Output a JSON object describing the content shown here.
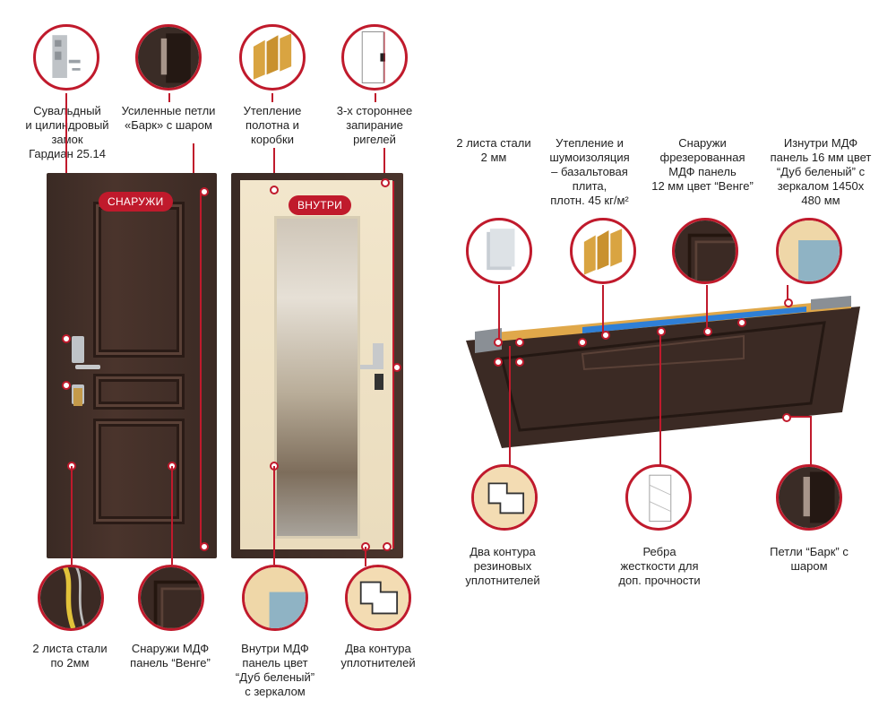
{
  "left": {
    "top_features": [
      {
        "icon": "lock-icon",
        "text": [
          "Сувальдный",
          "и цилиндровый",
          "замок",
          "Гардиан 25.14"
        ]
      },
      {
        "icon": "hinge-icon",
        "text": [
          "Усиленные петли",
          "«Барк» с шаром"
        ]
      },
      {
        "icon": "insulation-icon",
        "text": [
          "Утепление",
          "полотна и",
          "коробки"
        ]
      },
      {
        "icon": "bolt-icon",
        "text": [
          "3-х стороннее",
          "запирание",
          "ригелей"
        ]
      }
    ],
    "badge_outside": "СНАРУЖИ",
    "badge_inside": "ВНУТРИ",
    "bottom_features": [
      {
        "icon": "steel-sheet-icon",
        "text": [
          "2 листа стали",
          "по 2мм"
        ]
      },
      {
        "icon": "mdf-panel-icon",
        "text": [
          "Снаружи МДФ",
          "панель “Венге”"
        ]
      },
      {
        "icon": "mirror-panel-icon",
        "text": [
          "Внутри МДФ",
          "панель цвет",
          "“Дуб беленый”",
          "с зеркалом"
        ]
      },
      {
        "icon": "seal-contour-icon",
        "text": [
          "Два контура",
          "уплотнителей"
        ]
      }
    ]
  },
  "right": {
    "top_features": [
      {
        "icon": "steel-sheet-icon",
        "text": [
          "2 листа стали",
          "2 мм"
        ]
      },
      {
        "icon": "insulation-icon",
        "text": [
          "Утепление и",
          "шумоизоляция",
          "– базальтовая",
          "плита,",
          "плотн. 45 кг/м²"
        ]
      },
      {
        "icon": "mdf-panel-icon",
        "text": [
          "Снаружи",
          "фрезерованная",
          "МДФ панель",
          "12 мм цвет “Венге”"
        ]
      },
      {
        "icon": "mirror-panel-icon",
        "text": [
          "Изнутри МДФ",
          "панель 16 мм цвет",
          "“Дуб беленый” с",
          "зеркалом 1450х",
          "480 мм"
        ]
      }
    ],
    "bottom_features": [
      {
        "icon": "seal-contour-icon",
        "text": [
          "Два контура",
          "резиновых",
          "уплотнителей"
        ]
      },
      {
        "icon": "stiffener-icon",
        "text": [
          "Ребра",
          "жесткости для",
          "доп. прочности"
        ]
      },
      {
        "icon": "hinge-icon",
        "text": [
          "Петли “Барк” с",
          "шаром"
        ]
      }
    ]
  },
  "colors": {
    "accent": "#c01a2c",
    "wenge": "#3b2a24",
    "oak": "#efe2c6"
  }
}
